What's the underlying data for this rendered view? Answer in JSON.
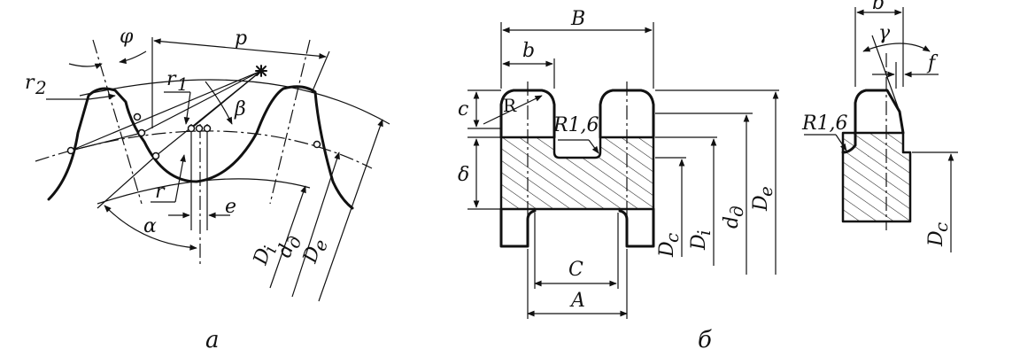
{
  "view_a": {
    "caption": "а",
    "labels": {
      "p": "p",
      "phi": "φ",
      "r2": "r",
      "r2_sub": "2",
      "r1": "r",
      "r1_sub": "1",
      "beta": "β",
      "r": "r",
      "alpha": "α",
      "e": "e",
      "Di": "D",
      "Di_sub": "i",
      "dd": "d",
      "dd_sub": "д",
      "De": "D",
      "De_sub": "e"
    }
  },
  "view_b": {
    "caption": "б",
    "labels": {
      "B": "B",
      "b": "b",
      "c": "c",
      "R": "R",
      "R16": "R1,6",
      "delta": "δ",
      "C": "C",
      "A": "A",
      "Dc": "D",
      "Dc_sub": "c",
      "Di": "D",
      "Di_sub": "i",
      "dd": "d",
      "dd_sub": "д",
      "De": "D",
      "De_sub": "e"
    }
  },
  "view_c": {
    "labels": {
      "b": "b",
      "gamma": "γ",
      "f": "f",
      "R16": "R1,6",
      "Dc": "D",
      "Dc_sub": "c"
    }
  }
}
